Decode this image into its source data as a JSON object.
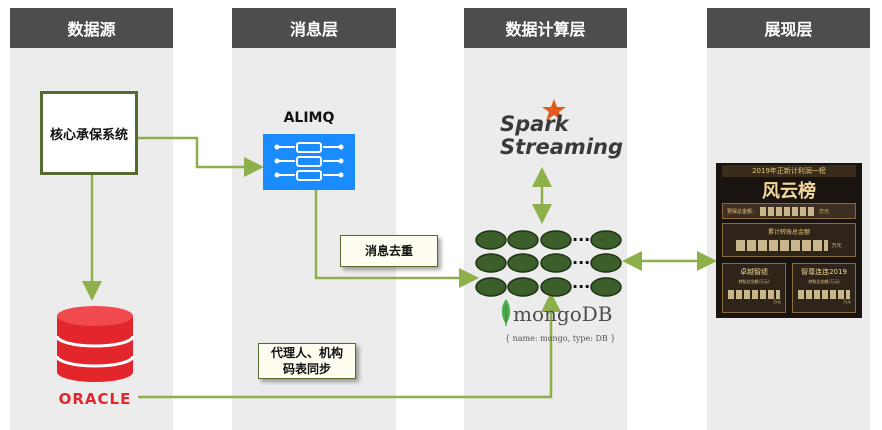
{
  "lanes": {
    "source": "数据源",
    "message": "消息层",
    "compute": "数据计算层",
    "display": "展现层"
  },
  "nodes": {
    "core_system": "核心承保系统",
    "alimq": "ALIMQ",
    "spark_line1": "Spark",
    "spark_line2": "Streaming",
    "oracle": "ORACLE",
    "mongodb": "mongoDB",
    "mongodb_sub": "{ name: mongo, type: DB }",
    "ellipsis": "..."
  },
  "notes": {
    "dedup": "消息去重",
    "sync_line1": "代理人、机构",
    "sync_line2": "码表同步"
  },
  "dashboard": {
    "banner": "2019年正新计利润一榜",
    "title": "风云榜",
    "row1_label": "预保总金额：",
    "row1_unit": "万元",
    "row2_label": "累计转账总金额",
    "row2_unit": "万元",
    "left_panel_title": "卓越智绩",
    "right_panel_title": "智尊连连2019",
    "panel_label": "转账总金额(万元)",
    "panel_unit": "万元"
  },
  "colors": {
    "lane_bg": "#ececec",
    "header_bg": "#4d4d4d",
    "arrow": "#8db04a",
    "box_border": "#556b2f",
    "oracle_red": "#e3262b",
    "alimq_blue": "#1a8cff",
    "mongo_disk": "#3b5e2b"
  }
}
